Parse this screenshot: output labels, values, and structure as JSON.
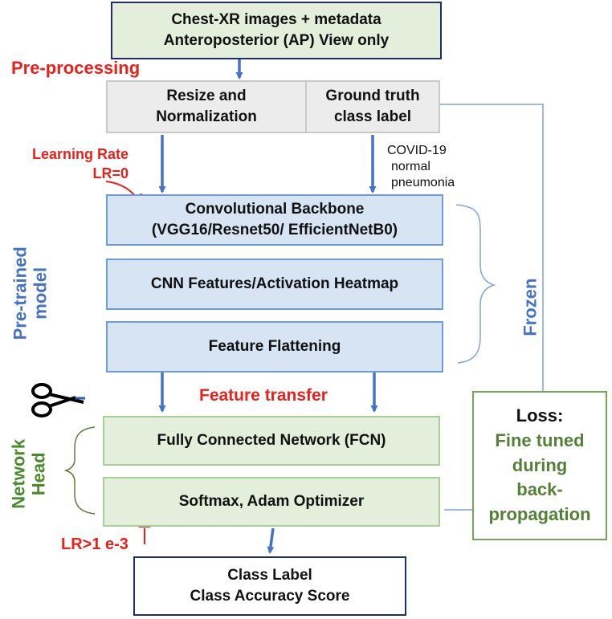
{
  "input_box": {
    "line1": "Chest-XR images + metadata",
    "line2": "Anteroposterior (AP) View only"
  },
  "preprocessing": {
    "title": "Pre-processing",
    "resize_line1": "Resize and",
    "resize_line2": "Normalization",
    "label_line1": "Ground truth",
    "label_line2": "class label"
  },
  "classes": [
    "COVID-19",
    "normal",
    "pneumonia"
  ],
  "learning_rate": {
    "title": "Learning Rate",
    "value": "LR=0"
  },
  "pretrained": {
    "side_label_line1": "Pre-trained",
    "side_label_line2": "model",
    "backbone_line1": "Convolutional Backbone",
    "backbone_line2": "(VGG16/Resnet50/ EfficientNetB0)",
    "features": "CNN Features/Activation Heatmap",
    "flattening": "Feature Flattening",
    "frozen": "Frozen"
  },
  "feature_transfer": "Feature transfer",
  "head": {
    "side_label_line1": "Network",
    "side_label_line2": "Head",
    "fcn": "Fully Connected Network (FCN)",
    "softmax": "Softmax, Adam Optimizer",
    "lr": "LR>1 e-3"
  },
  "loss": {
    "title": "Loss:",
    "line1": "Fine tuned",
    "line2": "during",
    "line3": "back-",
    "line4": "propagation"
  },
  "output": {
    "line1": "Class Label",
    "line2": "Class Accuracy Score"
  },
  "colors": {
    "arrow": "#4472c4",
    "red": "#e8211b",
    "side_blue": "#4472c4",
    "side_green": "#4a8a2a",
    "loss_green": "#538135"
  }
}
